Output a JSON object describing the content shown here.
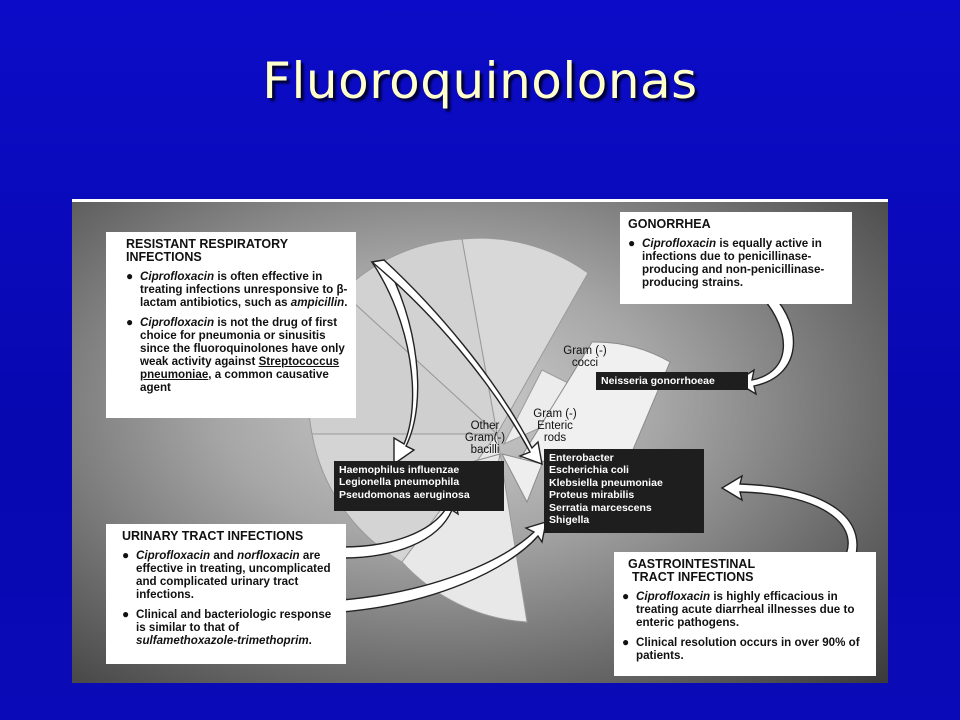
{
  "slide": {
    "title": "Fluoroquinolonas"
  },
  "panels": {
    "respiratory": {
      "heading_line1": "RESISTANT RESPIRATORY",
      "heading_line2": "INFECTIONS",
      "b1_drug": "Ciprofloxacin",
      "b1_rest": " is often effective in treating infections unresponsive to ",
      "b1_beta": "β-lactam antibiotics, such as ",
      "b1_amp": "ampicillin",
      "b1_end": ".",
      "b2_drug": "Ciprofloxacin",
      "b2_rest": " is not the drug of first choice for pneumonia or sinusitis since the fluoroquinolones have only weak activity against ",
      "b2_strep": "Streptococcus pneumoniae",
      "b2_end": ", a common causative agent"
    },
    "gonorrhea": {
      "heading": "GONORRHEA",
      "b1_drug": "Ciprofloxacin",
      "b1_rest": " is equally active in infections due to penicillinase-producing and non-penicillinase-producing strains."
    },
    "urinary": {
      "heading": "URINARY TRACT INFECTIONS",
      "b1_drug1": "Ciprofloxacin",
      "b1_and": " and ",
      "b1_drug2": "norfloxacin",
      "b1_rest": " are effective in treating, uncomplicated and complicated urinary tract infections.",
      "b2_rest": "Clinical and bacteriologic response is similar to that of ",
      "b2_drug": "sulfamethoxazole-trimethoprim",
      "b2_end": "."
    },
    "gastro": {
      "heading_line1": "GASTROINTESTINAL",
      "heading_line2": "TRACT INFECTIONS",
      "b1_drug": "Ciprofloxacin",
      "b1_rest": " is highly efficacious in treating acute diarrheal illnesses due to enteric pathogens.",
      "b2_rest": "Clinical resolution occurs in over 90% of patients."
    }
  },
  "bullet_glyph": "●",
  "pie_labels": {
    "gram_neg_cocci_1": "Gram (-)",
    "gram_neg_cocci_2": "cocci",
    "gram_neg_enteric_1": "Gram (-)",
    "gram_neg_enteric_2": "Enteric",
    "gram_neg_enteric_3": "rods",
    "other_gram_1": "Other",
    "other_gram_2": "Gram(-)",
    "other_gram_3": "bacilli"
  },
  "organisms": {
    "neisseria": "Neisseria gonorrhoeae",
    "bacilli": [
      "Haemophilus influenzae",
      "Legionella pneumophila",
      "Pseudomonas aeruginosa"
    ],
    "enteric": [
      "Enterobacter",
      "Escherichia coli",
      "Klebsiella pneumoniae",
      "Proteus mirabilis",
      "Serratia marcescens",
      "Shigella"
    ]
  },
  "colors": {
    "slide_background": "#0a0ab4",
    "title_text": "#ffffcc",
    "figure_gray": "#8a8a8a",
    "organism_box": "#1e1e1e",
    "panel_fill": "#ffffff"
  }
}
